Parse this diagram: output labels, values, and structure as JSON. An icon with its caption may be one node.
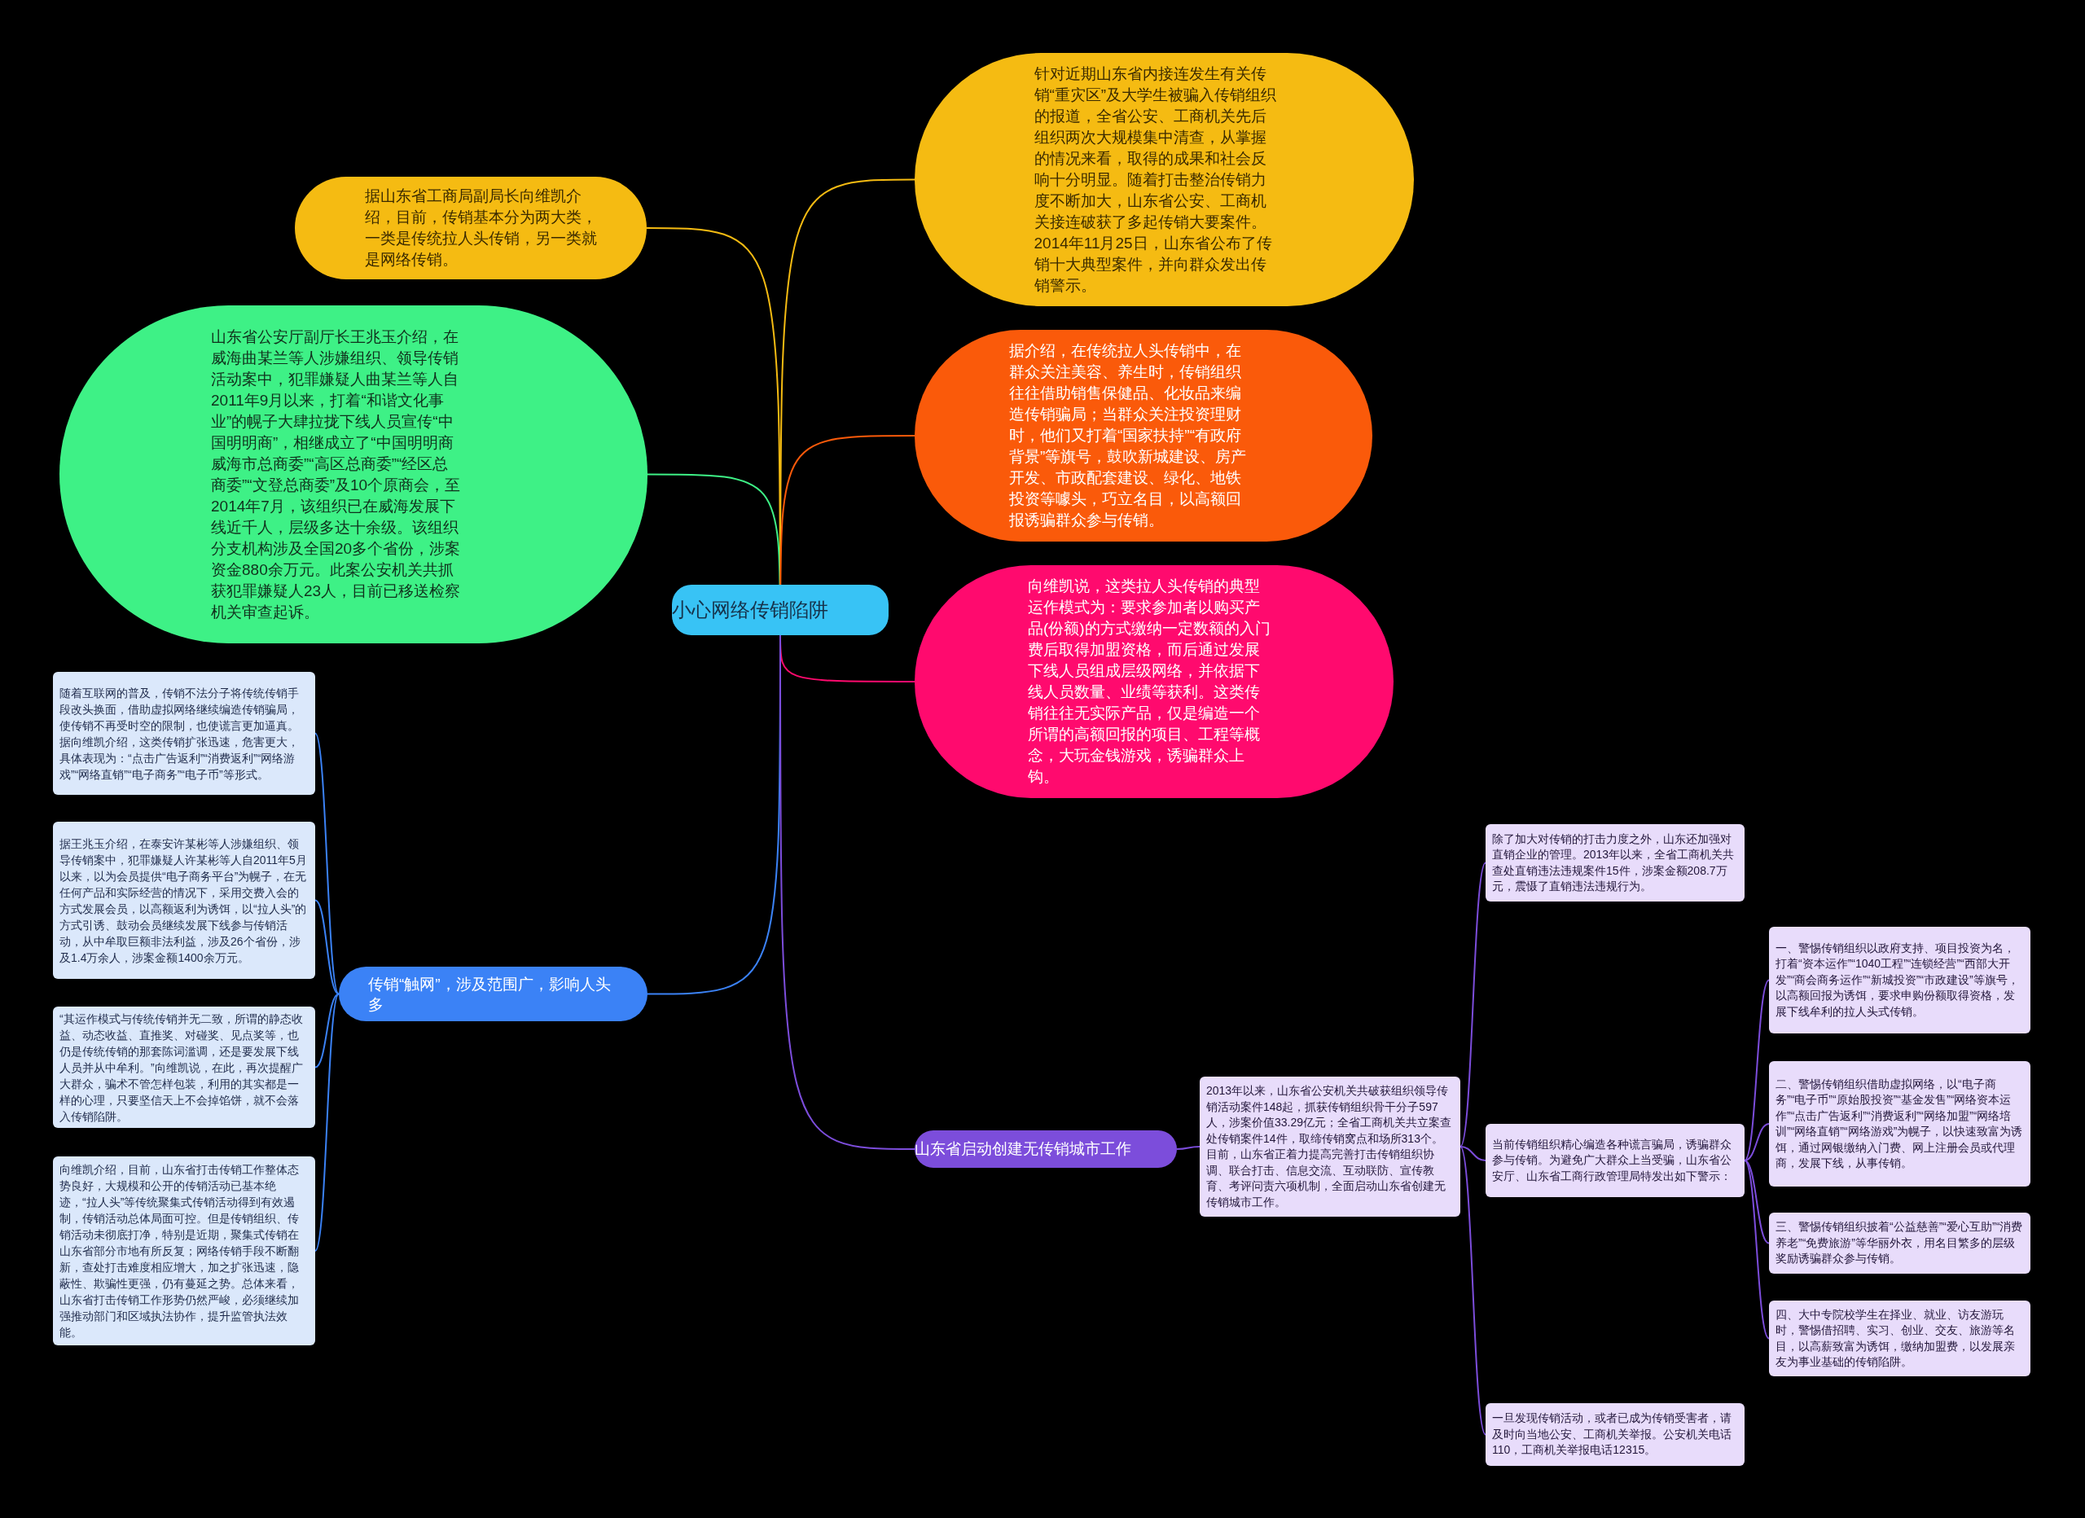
{
  "diagram": {
    "nodes": [
      {
        "text": [
          "小心网络传销陷阱"
        ]
      },
      {
        "text": [
          "据山东省工商局副局长向维凯介绍，目前，传销基本分为两大类，一类是传统拉人头传销，另一类就是网络传销。"
        ]
      },
      {
        "text": [
          "山东省公安厅副厅长王兆玉介绍，在威海曲某兰等人涉嫌组织、领导传销活动案中，犯罪嫌疑人曲某兰等人自2011年9月以来，打着“和谐文化事业”的幌子大肆拉拢下线人员宣传“中国明明商”，相继成立了“中国明明商威海市总商委”“高区总商委”“经区总商委”“文登总商委”及10个原商会，至2014年7月，该组织已在威海发展下线近千人，层级多达十余级。该组织分支机构涉及全国20多个省份，涉案资金880余万元。此案公安机关共抓获犯罪嫌疑人23人，目前已移送检察机关审查起诉。"
        ]
      },
      {
        "text": [
          "针对近期山东省内接连发生有关传销“重灾区”及大学生被骗入传销组织的报道，全省公安、工商机关先后组织两次大规模集中清查，从掌握的情况来看，取得的成果和社会反响十分明显。随着打击整治传销力度不断加大，山东省公安、工商机关接连破获了多起传销大要案件。2014年11月25日，山东省公布了传销十大典型案件，并向群众发出传销警示。"
        ]
      },
      {
        "text": [
          "据介绍，在传统拉人头传销中，在群众关注美容、养生时，传销组织往往借助销售保健品、化妆品来编造传销骗局；当群众关注投资理财时，他们又打着“国家扶持”“有政府背景”等旗号，鼓吹新城建设、房产开发、市政配套建设、绿化、地铁投资等噱头，巧立名目，以高额回报诱骗群众参与传销。"
        ]
      },
      {
        "text": [
          "向维凯说，这类拉人头传销的典型运作模式为：要求参加者以购买产品(份额)的方式缴纳一定数额的入门费后取得加盟资格，而后通过发展下线人员组成层级网络，并依据下线人员数量、业绩等获利。这类传销往往无实际产品，仅是编造一个所谓的高额回报的项目、工程等概念，大玩金钱游戏，诱骗群众上钩。"
        ]
      },
      {
        "text": [
          "传销“触网”，涉及范围广，影响人头多"
        ]
      },
      {
        "text": [
          "随着互联网的普及，传销不法分子将传统传销手段改头换面，借助虚拟网络继续编造传销骗局，使传销不再受时空的限制，也使谎言更加逼真。据向维凯介绍，这类传销扩张迅速，危害更大，具体表现为：“点击广告返利”“消费返利”“网络游戏”“网络直销”“电子商务”“电子币”等形式。"
        ]
      },
      {
        "text": [
          "据王兆玉介绍，在泰安许某彬等人涉嫌组织、领导传销案中，犯罪嫌疑人许某彬等人自2011年5月以来，以为会员提供“电子商务平台”为幌子，在无任何产品和实际经营的情况下，采用交费入会的方式发展会员，以高额返利为诱饵，以“拉人头”的方式引诱、鼓动会员继续发展下线参与传销活动，从中牟取巨额非法利益，涉及26个省份，涉及1.4万余人，涉案金额1400余万元。"
        ]
      },
      {
        "text": [
          "“其运作模式与传统传销并无二致，所谓的静态收益、动态收益、直推奖、对碰奖、见点奖等，也仍是传统传销的那套陈词滥调，还是要发展下线人员并从中牟利。”向维凯说，在此，再次提醒广大群众，骗术不管怎样包装，利用的其实都是一样的心理，只要坚信天上不会掉馅饼，就不会落入传销陷阱。"
        ]
      },
      {
        "text": [
          "向维凯介绍，目前，山东省打击传销工作整体态势良好，大规模和公开的传销活动已基本绝迹，“拉人头”等传统聚集式传销活动得到有效遏制，传销活动总体局面可控。但是传销组织、传销活动未彻底打净，特别是近期，聚集式传销在山东省部分市地有所反复；网络传销手段不断翻新，查处打击难度相应增大，加之扩张迅速，隐蔽性、欺骗性更强，仍有蔓延之势。总体来看，山东省打击传销工作形势仍然严峻，必须继续加强推动部门和区域执法协作，提升监管执法效能。"
        ]
      },
      {
        "text": [
          "山东省启动创建无传销城市工作"
        ]
      },
      {
        "text": [
          "2013年以来，山东省公安机关共破获组织领导传销活动案件148起，抓获传销组织骨干分子597人，涉案价值33.29亿元；全省工商机关共立案查处传销案件14件，取缔传销窝点和场所313个。目前，山东省正着力提高完善打击传销组织协调、联合打击、信息交流、互动联防、宣传教育、考评问责六项机制，全面启动山东省创建无传销城市工作。"
        ]
      },
      {
        "text": [
          "除了加大对传销的打击力度之外，山东还加强对直销企业的管理。2013年以来，全省工商机关共查处直销违法违规案件15件，涉案金额208.7万元，震慑了直销违法违规行为。"
        ]
      },
      {
        "text": [
          "当前传销组织精心编造各种谎言骗局，诱骗群众参与传销。为避免广大群众上当受骗，山东省公安厅、山东省工商行政管理局特发出如下警示："
        ]
      },
      {
        "text": [
          "一旦发现传销活动，或者已成为传销受害者，请及时向当地公安、工商机关举报。公安机关电话110，工商机关举报电话12315。"
        ]
      },
      {
        "text": [
          "一、警惕传销组织以政府支持、项目投资为名，打着“资本运作”“1040工程”“连锁经营”“西部大开发”“商会商务运作”“新城投资”“市政建设”等旗号，以高额回报为诱饵，要求申购份额取得资格，发展下线牟利的拉人头式传销。"
        ]
      },
      {
        "text": [
          "二、警惕传销组织借助虚拟网络，以“电子商务”“电子币”“原始股投资”“基金发售”“网络资本运作”“点击广告返利”“消费返利”“网络加盟”“网络培训”“网络直销”“网络游戏”为幌子，以快速致富为诱饵，通过网银缴纳入门费、网上注册会员或代理商，发展下线，从事传销。"
        ]
      },
      {
        "text": [
          "三、警惕传销组织披着“公益慈善”“爱心互助”“消费养老”“免费旅游”等华丽外衣，用名目繁多的层级奖励诱骗群众参与传销。"
        ]
      },
      {
        "text": [
          "四、大中专院校学生在择业、就业、访友游玩时，警惕借招聘、实习、创业、交友、旅游等名目，以高薪致富为诱饵，缴纳加盟费，以发展亲友为事业基础的传销陷阱。"
        ]
      }
    ],
    "edges": [
      {
        "from": 0,
        "to": 1,
        "arrow": "none",
        "color": "#f5bb12"
      },
      {
        "from": 0,
        "to": 2,
        "arrow": "none",
        "color": "#3ef186"
      },
      {
        "from": 0,
        "to": 3,
        "arrow": "none",
        "color": "#f5bb12"
      },
      {
        "from": 0,
        "to": 4,
        "arrow": "none",
        "color": "#fa5a0a"
      },
      {
        "from": 0,
        "to": 5,
        "arrow": "none",
        "color": "#ff0a6e"
      },
      {
        "from": 0,
        "to": 6,
        "arrow": "none",
        "color": "#3b82f6"
      },
      {
        "from": 0,
        "to": 11,
        "arrow": "none",
        "color": "#7c4ddb"
      },
      {
        "from": 6,
        "to": 7,
        "arrow": "none",
        "color": "#3b82f6"
      },
      {
        "from": 6,
        "to": 8,
        "arrow": "none",
        "color": "#3b82f6"
      },
      {
        "from": 6,
        "to": 9,
        "arrow": "none",
        "color": "#3b82f6"
      },
      {
        "from": 6,
        "to": 10,
        "arrow": "none",
        "color": "#3b82f6"
      },
      {
        "from": 11,
        "to": 12,
        "arrow": "none",
        "color": "#7c4ddb"
      },
      {
        "from": 12,
        "to": 13,
        "arrow": "none",
        "color": "#7c4ddb"
      },
      {
        "from": 12,
        "to": 14,
        "arrow": "none",
        "color": "#7c4ddb"
      },
      {
        "from": 12,
        "to": 15,
        "arrow": "none",
        "color": "#7c4ddb"
      },
      {
        "from": 14,
        "to": 16,
        "arrow": "none",
        "color": "#7c4ddb"
      },
      {
        "from": 14,
        "to": 17,
        "arrow": "none",
        "color": "#7c4ddb"
      },
      {
        "from": 14,
        "to": 18,
        "arrow": "none",
        "color": "#7c4ddb"
      },
      {
        "from": 14,
        "to": 19,
        "arrow": "none",
        "color": "#7c4ddb"
      }
    ]
  }
}
